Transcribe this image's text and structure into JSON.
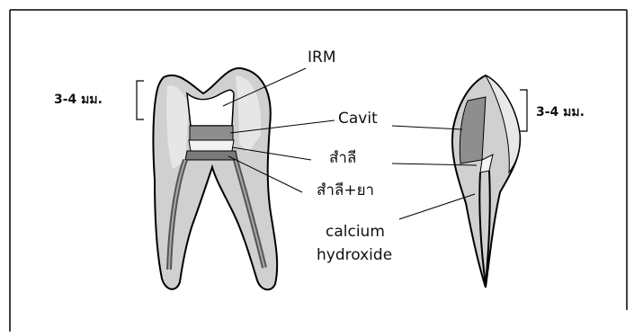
{
  "labels": {
    "irm": "IRM",
    "cavit": "Cavit",
    "gutta": "สำลี",
    "gutta_med": "สำลี+ยา",
    "calcium_line1": "calcium",
    "calcium_line2": "hydroxide",
    "depth_left": "3-4 มม.",
    "depth_right": "3-4 มม."
  }
}
